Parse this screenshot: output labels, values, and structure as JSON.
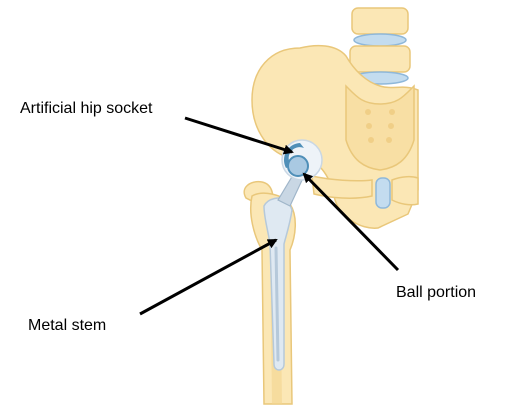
{
  "labels": {
    "socket": "Artificial hip socket",
    "ball": "Ball portion",
    "stem": "Metal stem"
  },
  "colors": {
    "bone": "#fbe7b5",
    "bone_shadow": "#f3d590",
    "bone_outline": "#e9c77a",
    "disc": "#c3dcef",
    "disc_dark": "#8fb8da",
    "implant": "#dfe9f2",
    "implant_shadow": "#b6c9da",
    "socket_cup": "#4f8fb8",
    "arrow": "#000000"
  }
}
